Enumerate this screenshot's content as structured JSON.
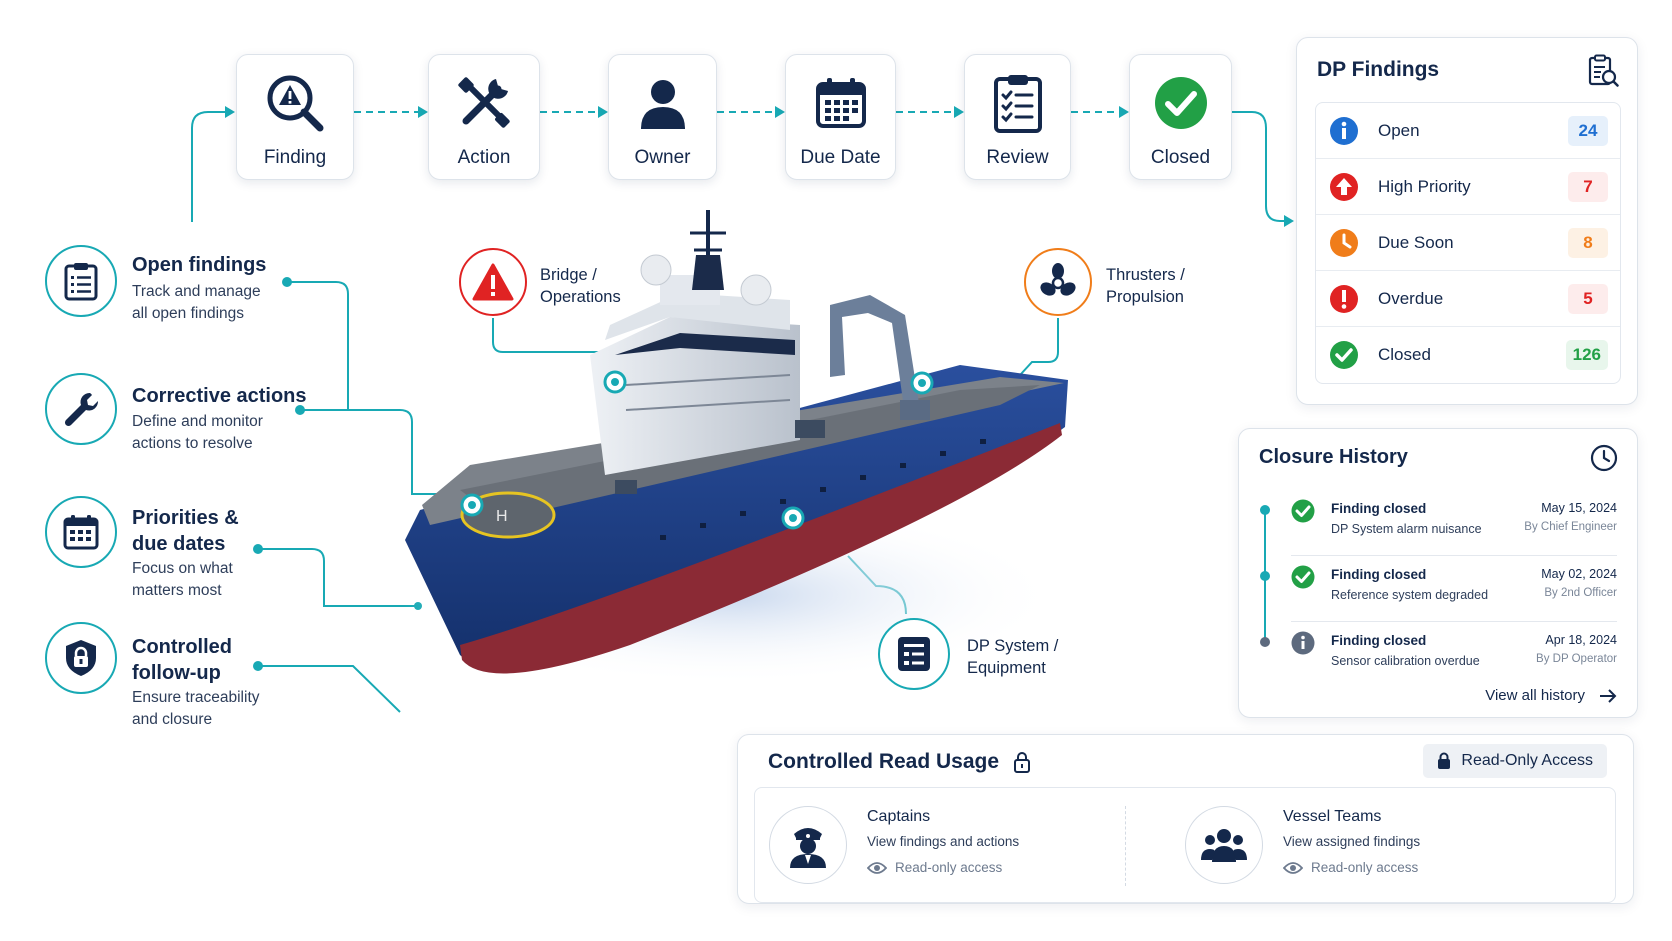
{
  "workflow": {
    "steps": [
      {
        "label": "Finding",
        "icon": "search-warning-icon"
      },
      {
        "label": "Action",
        "icon": "tools-icon"
      },
      {
        "label": "Owner",
        "icon": "person-icon"
      },
      {
        "label": "Due Date",
        "icon": "calendar-icon"
      },
      {
        "label": "Review",
        "icon": "checklist-icon"
      },
      {
        "label": "Closed",
        "icon": "check-circle-icon"
      }
    ]
  },
  "features": [
    {
      "title": "Open findings",
      "desc": "Track and manage all open findings",
      "icon": "clipboard-list-icon"
    },
    {
      "title": "Corrective actions",
      "desc": "Define and monitor actions to resolve",
      "icon": "wrench-icon"
    },
    {
      "title": "Priorities & due dates",
      "title_l1": "Priorities &",
      "title_l2": "due dates",
      "desc": "Focus on what matters most",
      "icon": "calendar-icon"
    },
    {
      "title": "Controlled follow-up",
      "title_l1": "Controlled",
      "title_l2": "follow-up",
      "desc": "Ensure traceability and closure",
      "icon": "shield-lock-icon"
    }
  ],
  "callouts": {
    "bridge": {
      "l1": "Bridge /",
      "l2": "Operations",
      "icon": "warning-icon"
    },
    "thrusters": {
      "l1": "Thrusters /",
      "l2": "Propulsion",
      "icon": "propeller-icon"
    },
    "dp_system": {
      "l1": "DP System /",
      "l2": "Equipment",
      "icon": "equipment-list-icon"
    }
  },
  "dp_findings": {
    "title": "DP Findings",
    "rows": [
      {
        "name": "Open",
        "count": "24",
        "color": "#1f6fd1",
        "badge_bg": "#e6f0fb",
        "icon": "info-icon"
      },
      {
        "name": "High Priority",
        "count": "7",
        "color": "#e02323",
        "badge_bg": "#fdecec",
        "icon": "arrow-up-icon"
      },
      {
        "name": "Due Soon",
        "count": "8",
        "color": "#f07d1a",
        "badge_bg": "#fdf1e4",
        "icon": "clock-icon"
      },
      {
        "name": "Overdue",
        "count": "5",
        "color": "#e02323",
        "badge_bg": "#fdecec",
        "icon": "alert-icon"
      },
      {
        "name": "Closed",
        "count": "126",
        "color": "#22a046",
        "badge_bg": "#e8f6ec",
        "icon": "check-icon"
      }
    ]
  },
  "closure_history": {
    "title": "Closure History",
    "items": [
      {
        "title": "Finding closed",
        "sub": "DP System alarm nuisance",
        "date": "May 15, 2024",
        "by": "By Chief Engineer",
        "status": "closed"
      },
      {
        "title": "Finding closed",
        "sub": "Reference system degraded",
        "date": "May 02, 2024",
        "by": "By 2nd Officer",
        "status": "closed"
      },
      {
        "title": "Finding closed",
        "sub": "Sensor calibration overdue",
        "date": "Apr 18, 2024",
        "by": "By DP Operator",
        "status": "info"
      }
    ],
    "view_all": "View all history"
  },
  "controlled_read": {
    "title": "Controlled Read Usage",
    "access_badge": "Read-Only Access",
    "roles": [
      {
        "name": "Captains",
        "desc": "View findings and actions",
        "access": "Read-only access",
        "icon": "captain-icon"
      },
      {
        "name": "Vessel Teams",
        "desc": "View assigned findings",
        "access": "Read-only access",
        "icon": "team-icon"
      }
    ]
  },
  "colors": {
    "navy": "#14284b",
    "teal": "#18a9b4",
    "hull_blue": "#1f3f86",
    "red": "#e02323",
    "orange": "#f07d1a",
    "green": "#22a046"
  }
}
